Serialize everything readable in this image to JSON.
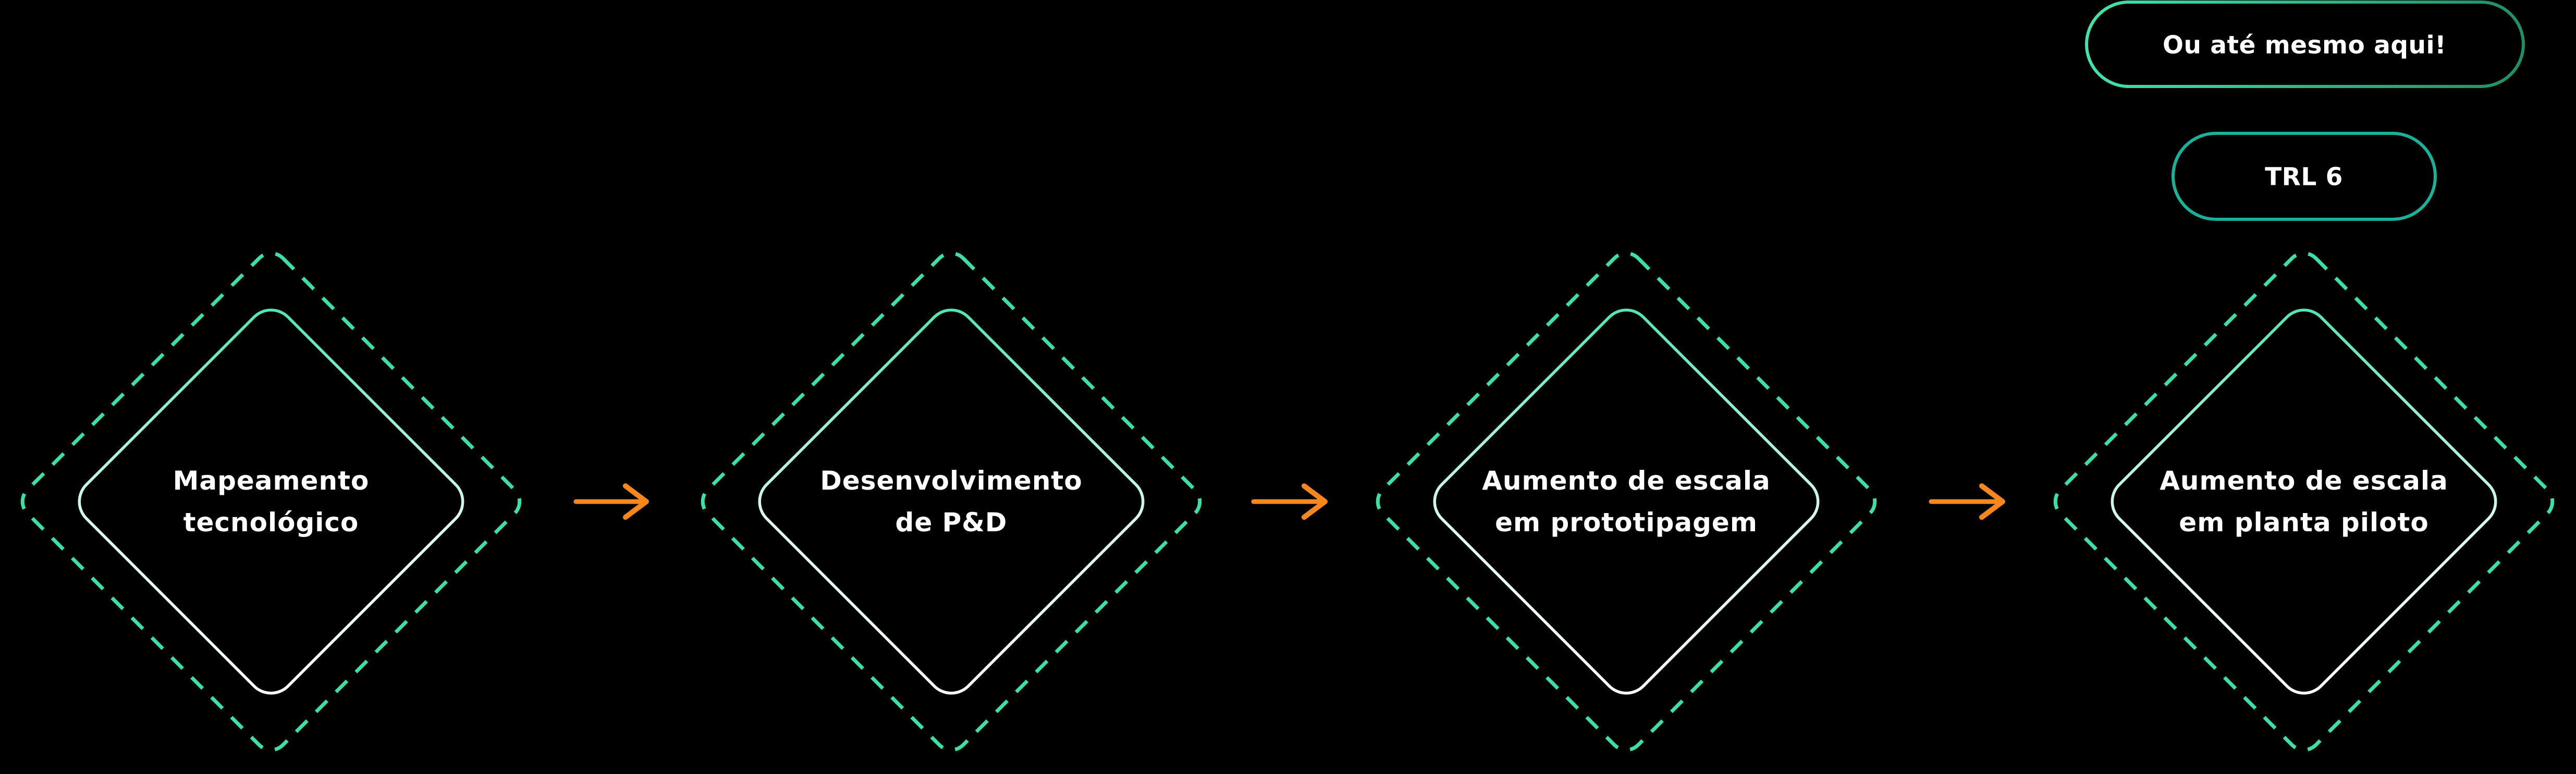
{
  "stages": [
    {
      "line1": "Mapeamento",
      "line2": "tecnológico"
    },
    {
      "line1": "Desenvolvimento",
      "line2": "de P&D"
    },
    {
      "line1": "Aumento de escala",
      "line2": "em prototipagem"
    },
    {
      "line1": "Aumento de escala",
      "line2": "em planta piloto"
    }
  ],
  "callouts": {
    "note": "Ou até mesmo aqui!",
    "trl": "TRL 6"
  },
  "colors": {
    "background": "#000000",
    "dash_mint": "#3CDFA6",
    "inner_gradient_start": "#4BE6AF",
    "inner_gradient_mid": "#D9F8EE",
    "inner_gradient_end": "#FFFFFF",
    "note_pill_gradient_start": "#41E4AB",
    "note_pill_gradient_end": "#1F8F63",
    "trl_pill_border": "#16B29A",
    "connector_gradient_start": "#3ADBA4",
    "connector_gradient_end": "#9A9A9A",
    "arrow_orange": "#F7871D",
    "text": "#FFFFFF"
  }
}
